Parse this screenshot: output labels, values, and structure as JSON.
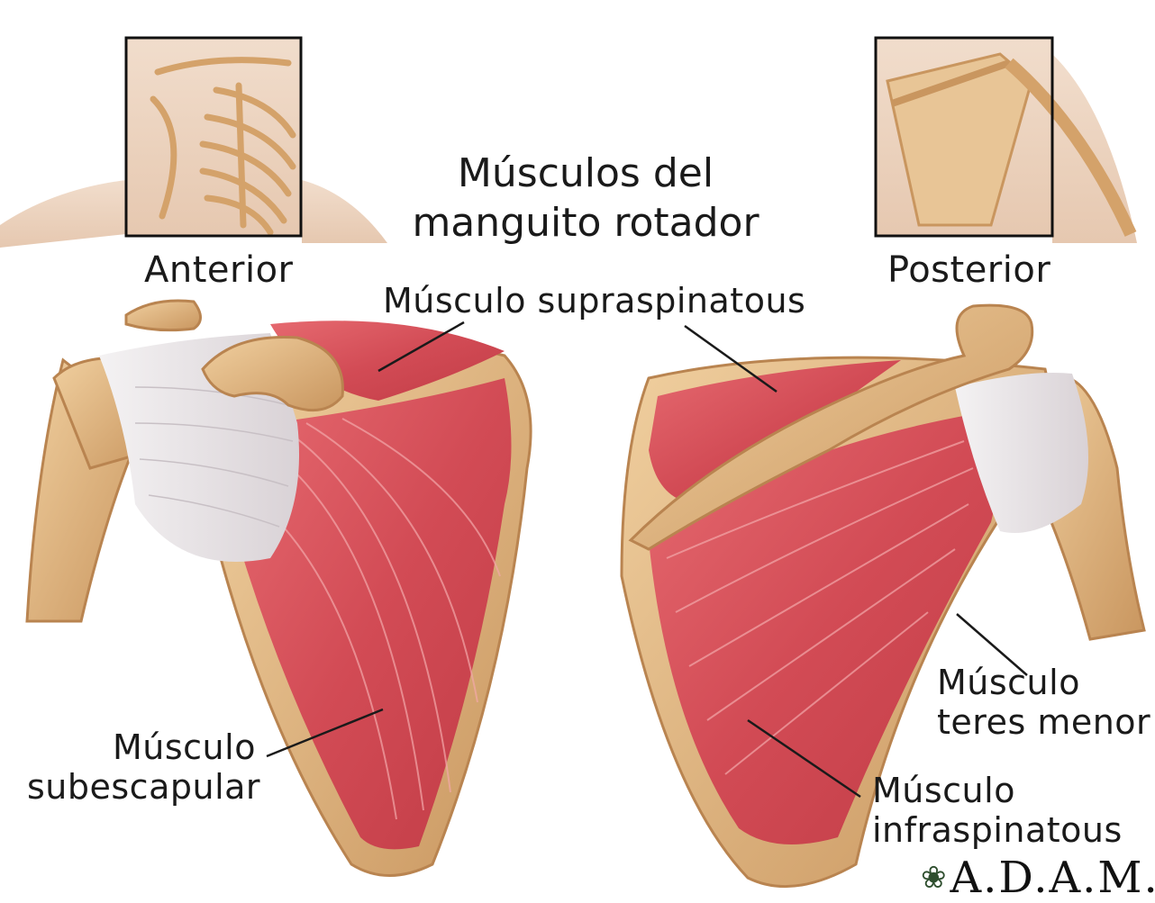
{
  "title": {
    "line1": "Músculos del",
    "line2": "manguito rotador"
  },
  "views": {
    "anterior": "Anterior",
    "posterior": "Posterior"
  },
  "labels": {
    "supraspinatus": "Músculo supraspinatous",
    "subscapular_1": "Músculo",
    "subscapular_2": "subescapular",
    "teres_1": "Músculo",
    "teres_2": "teres menor",
    "infraspinatus_1": "Músculo",
    "infraspinatus_2": "infraspinatous"
  },
  "logo": "A.D.A.M.",
  "colors": {
    "muscle": "#d9545c",
    "muscle_dark": "#b8323c",
    "bone": "#e3b98a",
    "bone_dark": "#b98450",
    "tendon": "#e8e4e6",
    "skin": "#efd9c6"
  }
}
